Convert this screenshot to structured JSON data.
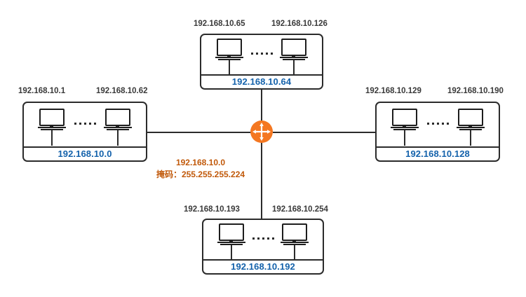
{
  "diagram": {
    "type": "network-subnetting-diagram",
    "router": {
      "name": "router",
      "icon": "router-icon",
      "color": "#F47721"
    },
    "annotation": {
      "network": "192.168.10.0",
      "mask": "掩码：255.255.255.224",
      "color": "#C1590A"
    },
    "colors": {
      "subnet_label": "#1462AB",
      "host_label": "#3A3A3A",
      "line": "#2B2B2B",
      "router": "#F47721"
    },
    "subnets": [
      {
        "id": "subnet-left",
        "network": "192.168.10.0",
        "first_host": "192.168.10.1",
        "last_host": "192.168.10.62",
        "ellipsis": "•••••"
      },
      {
        "id": "subnet-top",
        "network": "192.168.10.64",
        "first_host": "192.168.10.65",
        "last_host": "192.168.10.126",
        "ellipsis": "•••••"
      },
      {
        "id": "subnet-right",
        "network": "192.168.10.128",
        "first_host": "192.168.10.129",
        "last_host": "192.168.10.190",
        "ellipsis": "•••••"
      },
      {
        "id": "subnet-bottom",
        "network": "192.168.10.192",
        "first_host": "192.168.10.193",
        "last_host": "192.168.10.254",
        "ellipsis": "•••••"
      }
    ]
  }
}
